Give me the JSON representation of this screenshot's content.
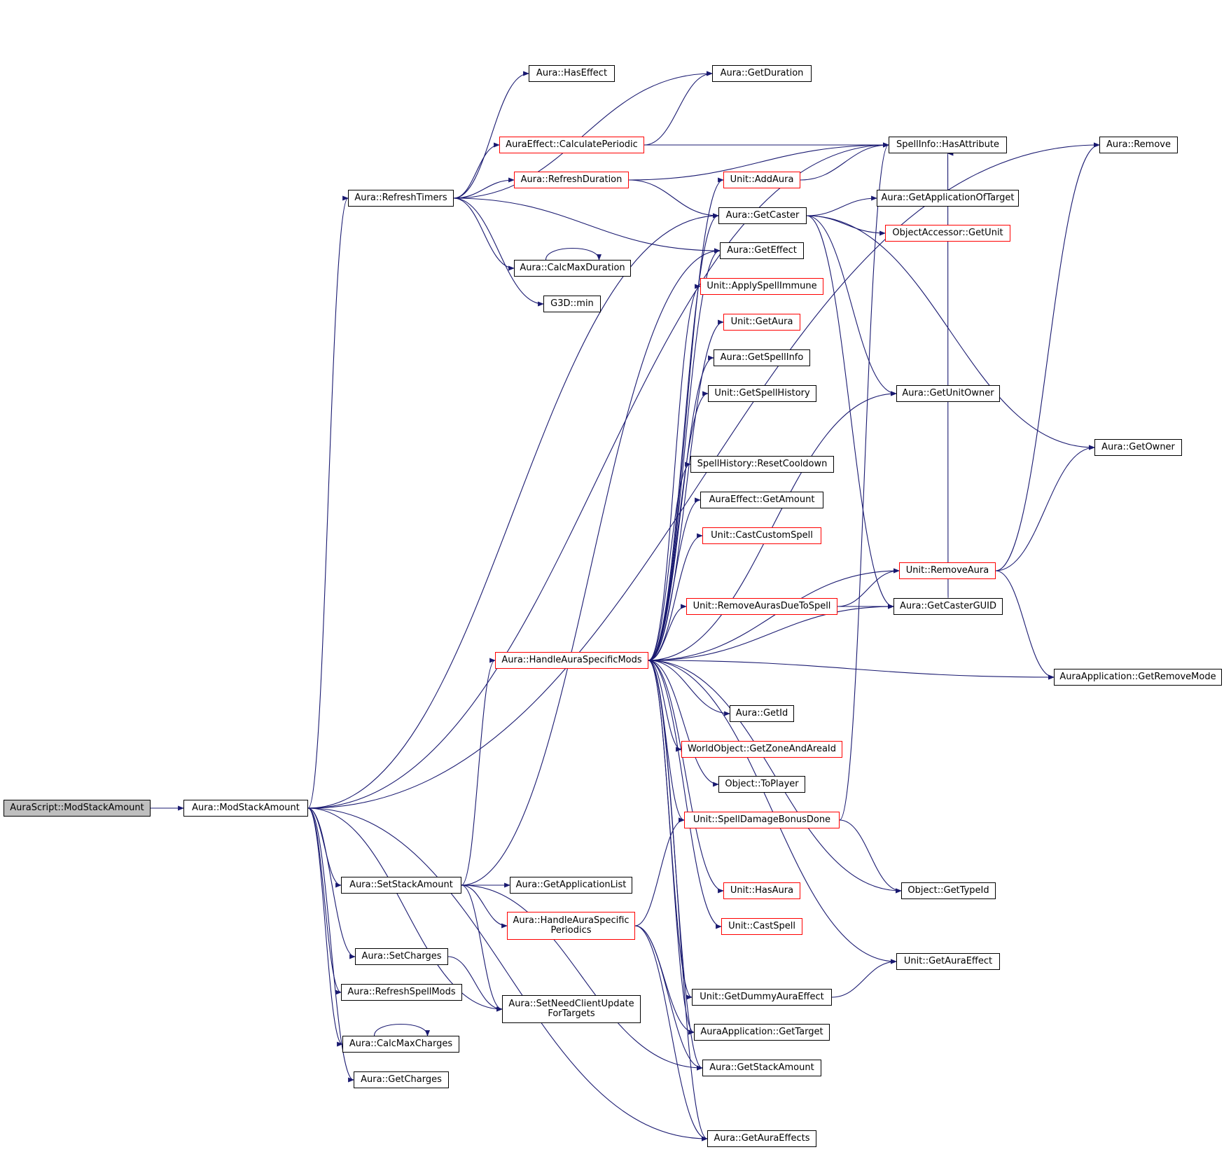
{
  "colors": {
    "edge": "#191970",
    "node_border": "#000000",
    "red_border": "#ff0000",
    "root_fill": "#bfbfbf"
  },
  "nodes": {
    "auraScriptModStack": {
      "label": "AuraScript::ModStackAmount",
      "red": false,
      "root": true
    },
    "modStack": {
      "label": "Aura::ModStackAmount",
      "red": false
    },
    "refreshTimers": {
      "label": "Aura::RefreshTimers",
      "red": false
    },
    "setStack": {
      "label": "Aura::SetStackAmount",
      "red": false
    },
    "setCharges": {
      "label": "Aura::SetCharges",
      "red": false
    },
    "refreshSpellMods": {
      "label": "Aura::RefreshSpellMods",
      "red": false
    },
    "calcMaxCharges": {
      "label": "Aura::CalcMaxCharges",
      "red": false
    },
    "getCharges": {
      "label": "Aura::GetCharges",
      "red": false
    },
    "hasEffect": {
      "label": "Aura::HasEffect",
      "red": false
    },
    "calcPeriodic": {
      "label": "AuraEffect::CalculatePeriodic",
      "red": true
    },
    "refreshDuration": {
      "label": "Aura::RefreshDuration",
      "red": true
    },
    "calcMaxDuration": {
      "label": "Aura::CalcMaxDuration",
      "red": false
    },
    "g3dMin": {
      "label": "G3D::min",
      "red": false
    },
    "getAppList": {
      "label": "Aura::GetApplicationList",
      "red": false
    },
    "handleSpecificPeriodics": {
      "label": "Aura::HandleAuraSpecific\nPeriodics",
      "red": true
    },
    "setNeedClient": {
      "label": "Aura::SetNeedClientUpdate\nForTargets",
      "red": false
    },
    "handleSpecificMods": {
      "label": "Aura::HandleAuraSpecificMods",
      "red": true
    },
    "getDuration": {
      "label": "Aura::GetDuration",
      "red": false
    },
    "unitAddAura": {
      "label": "Unit::AddAura",
      "red": true
    },
    "getCaster": {
      "label": "Aura::GetCaster",
      "red": false
    },
    "getEffect": {
      "label": "Aura::GetEffect",
      "red": false
    },
    "applySpellImmune": {
      "label": "Unit::ApplySpellImmune",
      "red": true
    },
    "unitGetAura": {
      "label": "Unit::GetAura",
      "red": true
    },
    "getSpellInfo": {
      "label": "Aura::GetSpellInfo",
      "red": false
    },
    "getSpellHistory": {
      "label": "Unit::GetSpellHistory",
      "red": false
    },
    "resetCooldown": {
      "label": "SpellHistory::ResetCooldown",
      "red": false
    },
    "effGetAmount": {
      "label": "AuraEffect::GetAmount",
      "red": false
    },
    "castCustomSpell": {
      "label": "Unit::CastCustomSpell",
      "red": true
    },
    "removeAurasDue": {
      "label": "Unit::RemoveAurasDueToSpell",
      "red": true
    },
    "getId": {
      "label": "Aura::GetId",
      "red": false
    },
    "getZoneArea": {
      "label": "WorldObject::GetZoneAndAreaId",
      "red": true
    },
    "toPlayer": {
      "label": "Object::ToPlayer",
      "red": false
    },
    "spellDamageBonus": {
      "label": "Unit::SpellDamageBonusDone",
      "red": true
    },
    "unitHasAura": {
      "label": "Unit::HasAura",
      "red": true
    },
    "unitCastSpell": {
      "label": "Unit::CastSpell",
      "red": true
    },
    "getDummyAuraEffect": {
      "label": "Unit::GetDummyAuraEffect",
      "red": false
    },
    "appGetTarget": {
      "label": "AuraApplication::GetTarget",
      "red": false
    },
    "getStackAmount": {
      "label": "Aura::GetStackAmount",
      "red": false
    },
    "getAuraEffects": {
      "label": "Aura::GetAuraEffects",
      "red": false
    },
    "hasAttribute": {
      "label": "SpellInfo::HasAttribute",
      "red": false
    },
    "getAppOfTarget": {
      "label": "Aura::GetApplicationOfTarget",
      "red": false
    },
    "objAccGetUnit": {
      "label": "ObjectAccessor::GetUnit",
      "red": true
    },
    "getUnitOwner": {
      "label": "Aura::GetUnitOwner",
      "red": false
    },
    "unitRemoveAura": {
      "label": "Unit::RemoveAura",
      "red": true
    },
    "getCasterGUID": {
      "label": "Aura::GetCasterGUID",
      "red": false
    },
    "getTypeId": {
      "label": "Object::GetTypeId",
      "red": false
    },
    "unitGetAuraEffect": {
      "label": "Unit::GetAuraEffect",
      "red": false
    },
    "auraRemove": {
      "label": "Aura::Remove",
      "red": false
    },
    "auraGetOwner": {
      "label": "Aura::GetOwner",
      "red": false
    },
    "appGetRemoveMode": {
      "label": "AuraApplication::GetRemoveMode",
      "red": false
    }
  },
  "edges": [
    [
      "auraScriptModStack",
      "modStack"
    ],
    [
      "modStack",
      "refreshTimers"
    ],
    [
      "modStack",
      "setStack"
    ],
    [
      "modStack",
      "setCharges"
    ],
    [
      "modStack",
      "refreshSpellMods"
    ],
    [
      "modStack",
      "calcMaxCharges"
    ],
    [
      "modStack",
      "getCharges"
    ],
    [
      "modStack",
      "getCaster"
    ],
    [
      "modStack",
      "setNeedClient"
    ],
    [
      "modStack",
      "auraRemove"
    ],
    [
      "modStack",
      "hasAttribute"
    ],
    [
      "modStack",
      "getAuraEffects"
    ],
    [
      "refreshTimers",
      "hasEffect"
    ],
    [
      "refreshTimers",
      "getDuration"
    ],
    [
      "refreshTimers",
      "calcPeriodic"
    ],
    [
      "refreshTimers",
      "refreshDuration"
    ],
    [
      "refreshTimers",
      "getEffect"
    ],
    [
      "refreshTimers",
      "calcMaxDuration"
    ],
    [
      "refreshTimers",
      "g3dMin"
    ],
    [
      "calcMaxDuration",
      "calcMaxDuration"
    ],
    [
      "calcMaxCharges",
      "calcMaxCharges"
    ],
    [
      "calcPeriodic",
      "getDuration"
    ],
    [
      "calcPeriodic",
      "hasAttribute"
    ],
    [
      "refreshDuration",
      "hasAttribute"
    ],
    [
      "refreshDuration",
      "getCaster"
    ],
    [
      "unitAddAura",
      "hasAttribute"
    ],
    [
      "getCaster",
      "getAppOfTarget"
    ],
    [
      "getCaster",
      "objAccGetUnit"
    ],
    [
      "getCaster",
      "getUnitOwner"
    ],
    [
      "getCaster",
      "getCasterGUID"
    ],
    [
      "getCaster",
      "auraGetOwner"
    ],
    [
      "setStack",
      "handleSpecificMods"
    ],
    [
      "setStack",
      "getAppList"
    ],
    [
      "setStack",
      "handleSpecificPeriodics"
    ],
    [
      "setStack",
      "setNeedClient"
    ],
    [
      "setStack",
      "getEffect"
    ],
    [
      "setStack",
      "getStackAmount"
    ],
    [
      "setCharges",
      "setNeedClient"
    ],
    [
      "handleSpecificPeriodics",
      "spellDamageBonus"
    ],
    [
      "handleSpecificPeriodics",
      "appGetTarget"
    ],
    [
      "handleSpecificPeriodics",
      "getStackAmount"
    ],
    [
      "handleSpecificPeriodics",
      "getAuraEffects"
    ],
    [
      "handleSpecificMods",
      "getCaster"
    ],
    [
      "handleSpecificMods",
      "getEffect"
    ],
    [
      "handleSpecificMods",
      "unitAddAura"
    ],
    [
      "handleSpecificMods",
      "applySpellImmune"
    ],
    [
      "handleSpecificMods",
      "unitGetAura"
    ],
    [
      "handleSpecificMods",
      "getSpellInfo"
    ],
    [
      "handleSpecificMods",
      "getSpellHistory"
    ],
    [
      "handleSpecificMods",
      "getUnitOwner"
    ],
    [
      "handleSpecificMods",
      "resetCooldown"
    ],
    [
      "handleSpecificMods",
      "effGetAmount"
    ],
    [
      "handleSpecificMods",
      "castCustomSpell"
    ],
    [
      "handleSpecificMods",
      "unitRemoveAura"
    ],
    [
      "handleSpecificMods",
      "removeAurasDue"
    ],
    [
      "handleSpecificMods",
      "getCasterGUID"
    ],
    [
      "handleSpecificMods",
      "appGetRemoveMode"
    ],
    [
      "handleSpecificMods",
      "getId"
    ],
    [
      "handleSpecificMods",
      "getZoneArea"
    ],
    [
      "handleSpecificMods",
      "toPlayer"
    ],
    [
      "handleSpecificMods",
      "spellDamageBonus"
    ],
    [
      "handleSpecificMods",
      "unitHasAura"
    ],
    [
      "handleSpecificMods",
      "unitCastSpell"
    ],
    [
      "handleSpecificMods",
      "getTypeId"
    ],
    [
      "handleSpecificMods",
      "unitGetAuraEffect"
    ],
    [
      "handleSpecificMods",
      "getDummyAuraEffect"
    ],
    [
      "handleSpecificMods",
      "appGetTarget"
    ],
    [
      "handleSpecificMods",
      "getStackAmount"
    ],
    [
      "handleSpecificMods",
      "getAuraEffects"
    ],
    [
      "removeAurasDue",
      "unitRemoveAura"
    ],
    [
      "removeAurasDue",
      "getCasterGUID"
    ],
    [
      "spellDamageBonus",
      "hasAttribute"
    ],
    [
      "spellDamageBonus",
      "getTypeId"
    ],
    [
      "getDummyAuraEffect",
      "unitGetAuraEffect"
    ],
    [
      "unitRemoveAura",
      "auraRemove"
    ],
    [
      "unitRemoveAura",
      "auraGetOwner"
    ],
    [
      "unitRemoveAura",
      "appGetRemoveMode"
    ],
    [
      "getCasterGUID",
      "hasAttribute"
    ]
  ]
}
